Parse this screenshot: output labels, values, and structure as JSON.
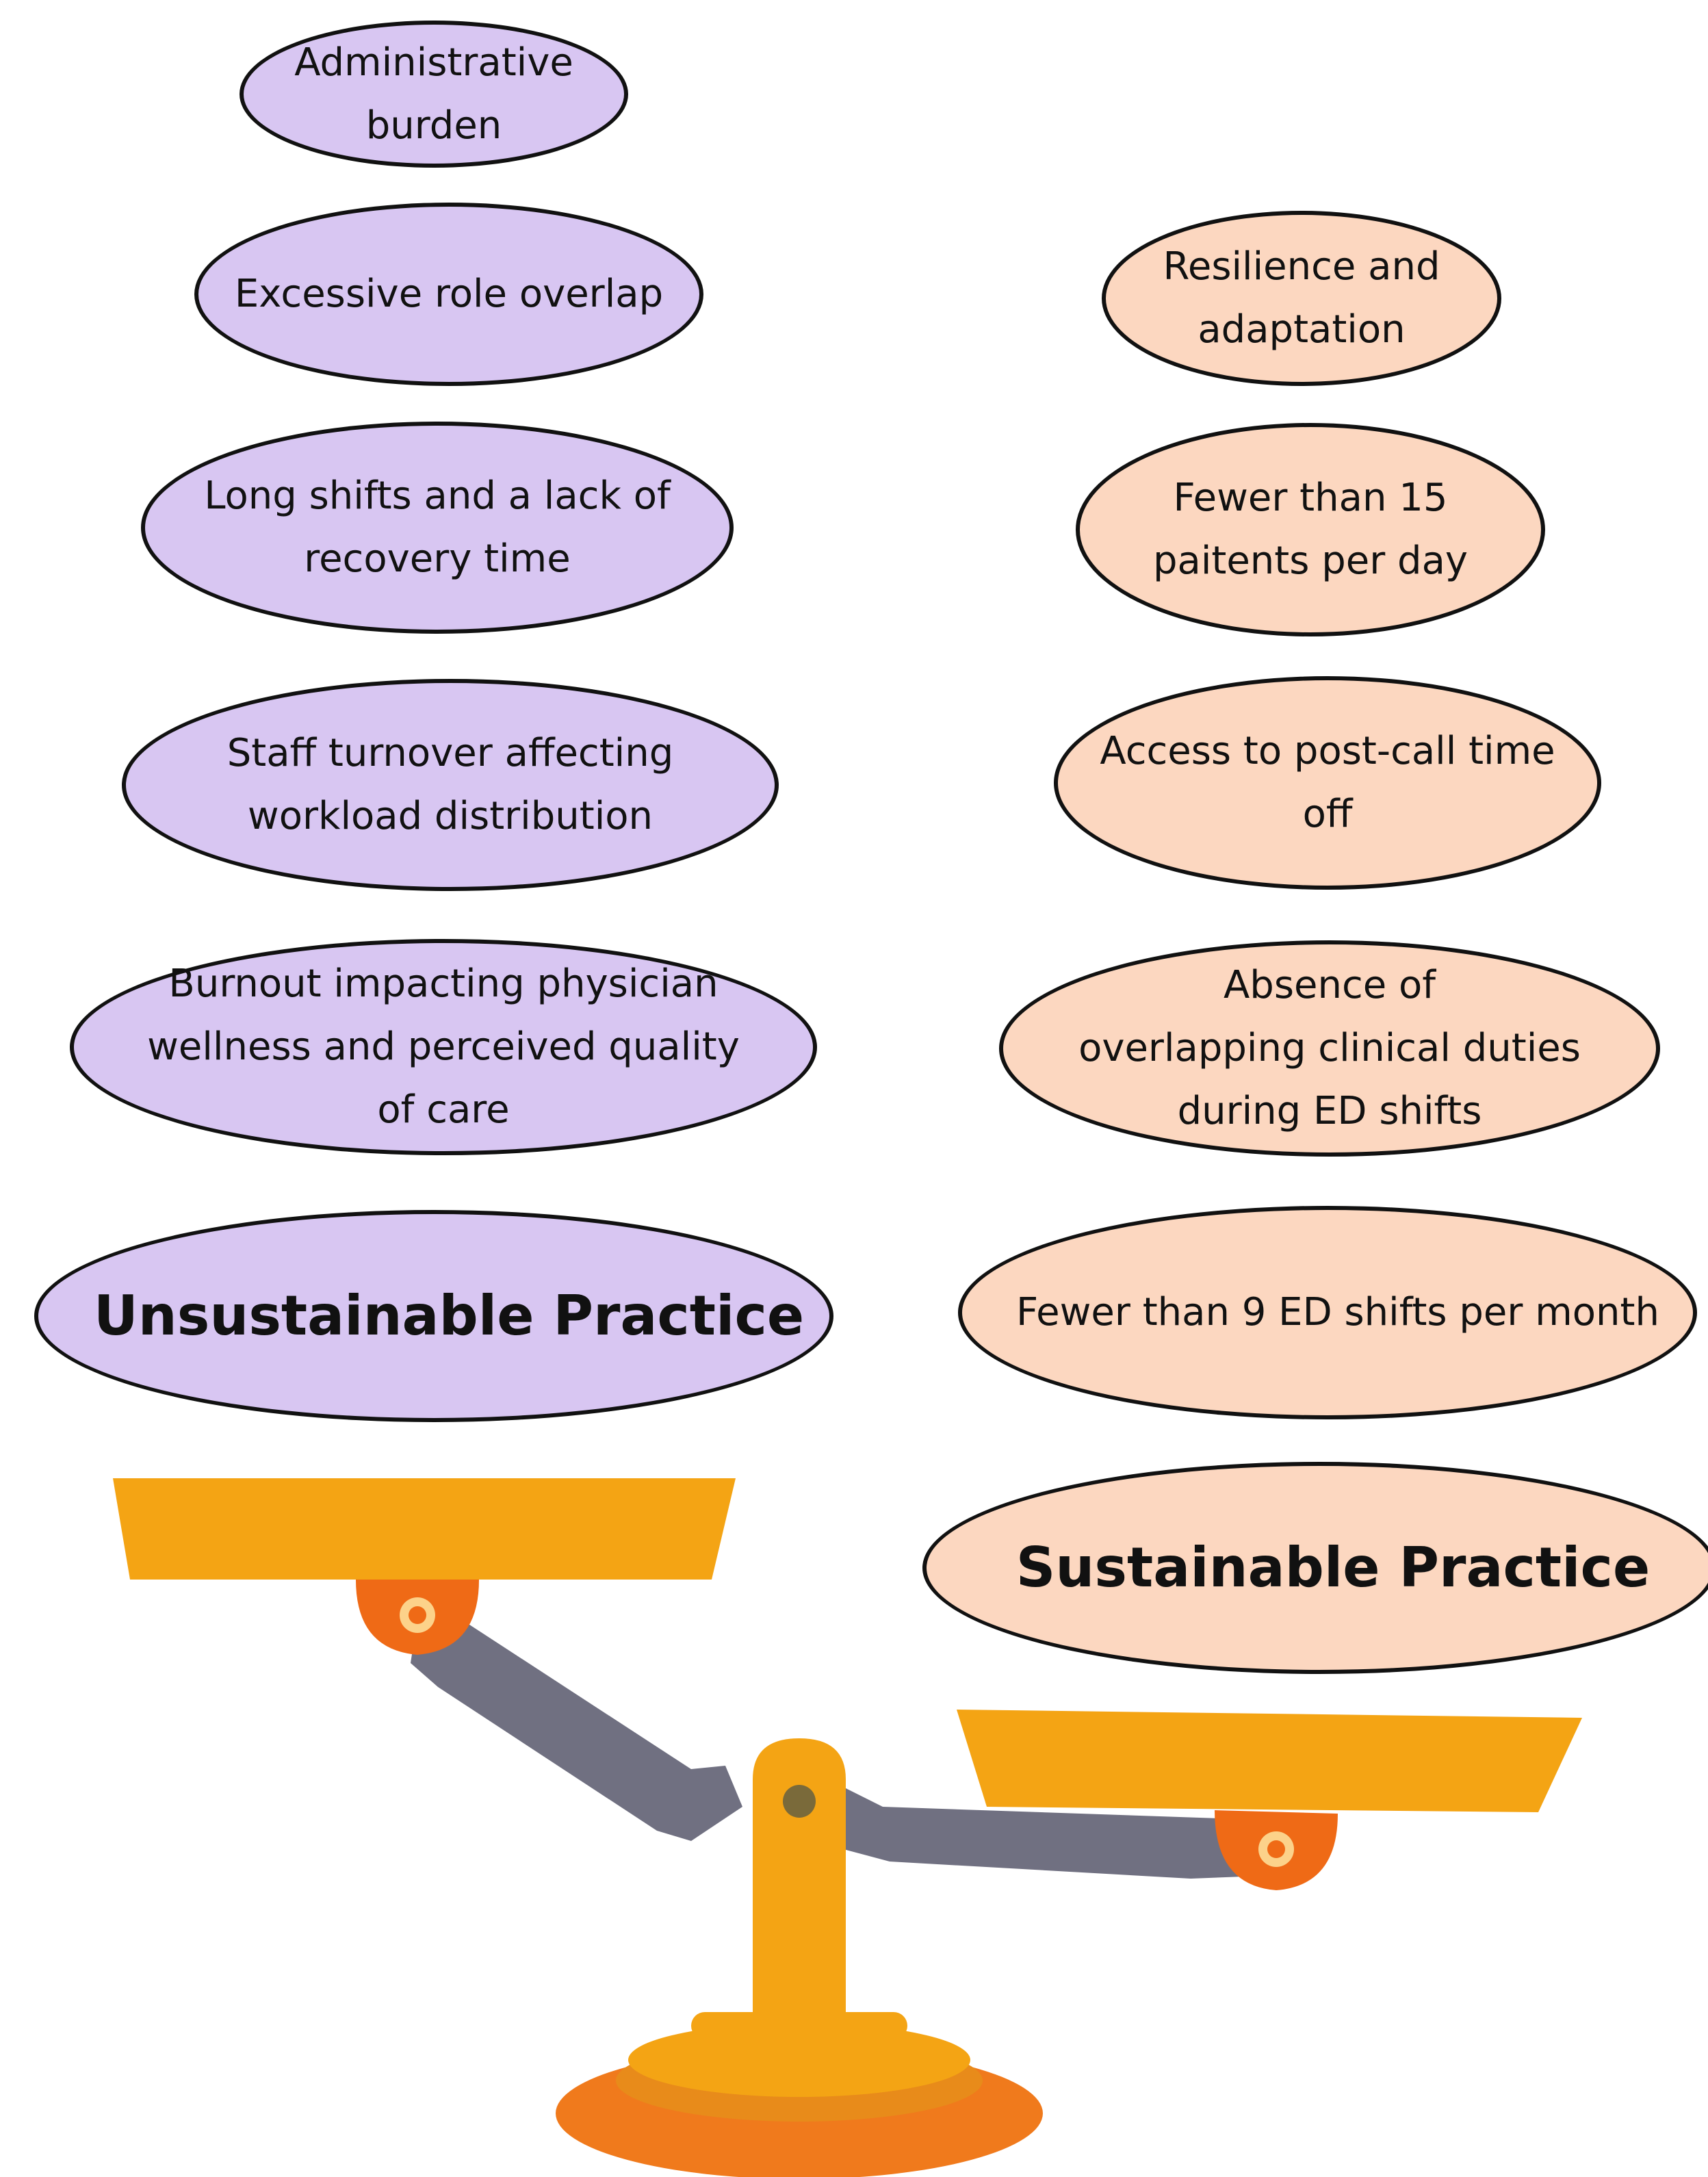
{
  "colors": {
    "unsustainable_fill": "#d8c6f2",
    "sustainable_fill": "#fcd7c0",
    "outline": "#111111",
    "pan_orange": "#f4a414",
    "pivot_red": "#ef6a16",
    "beam_gray": "#707081",
    "base_orange": "#f07a1c"
  },
  "unsustainable": {
    "label": "Unsustainable Practice",
    "factors": [
      "Administrative\nburden",
      "Excessive role overlap",
      "Long shifts and a lack of\nrecovery time",
      "Staff turnover affecting\nworkload distribution",
      "Burnout impacting physician\nwellness and perceived quality\nof care"
    ]
  },
  "sustainable": {
    "label": "Sustainable Practice",
    "factors": [
      "Resilience and\nadaptation",
      "Fewer than 15\npaitents per day",
      "Access to post-call time\noff",
      "Absence of\noverlapping clinical duties\nduring ED shifts",
      "Fewer than 9 ED shifts per month"
    ]
  },
  "icons": {
    "scale": "balance-scale-icon"
  }
}
